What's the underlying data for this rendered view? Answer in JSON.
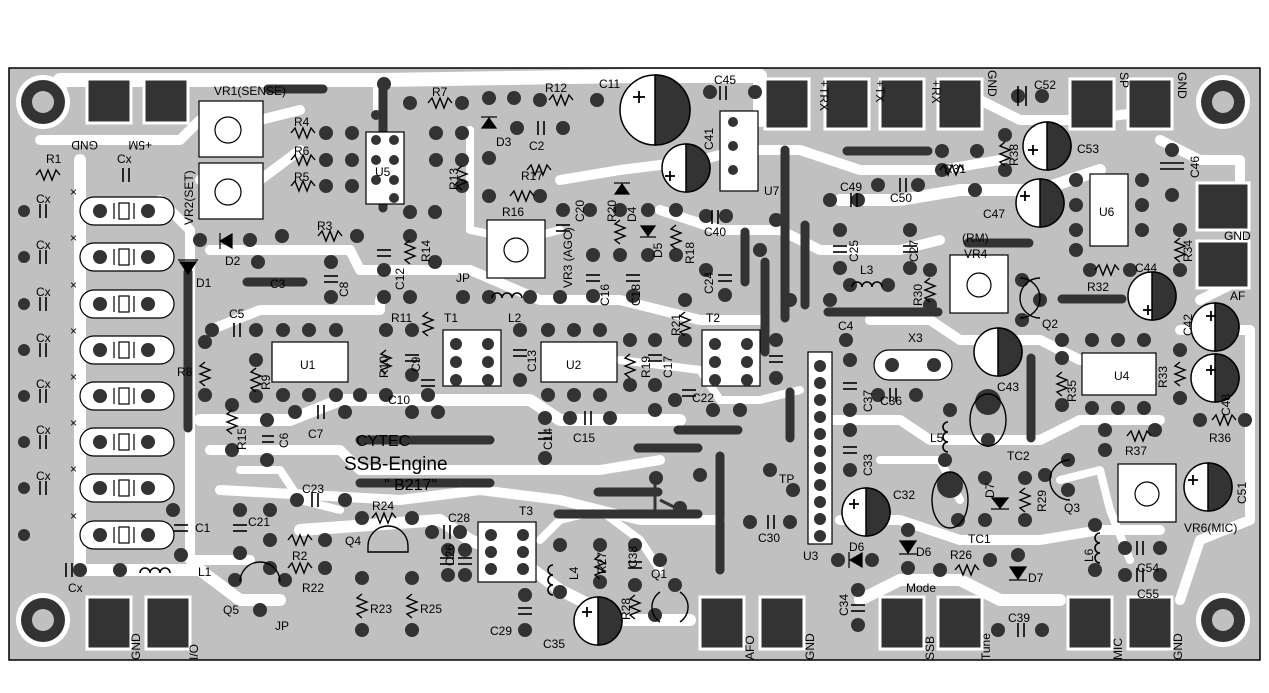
{
  "board": {
    "title_line1": "CYTEC",
    "title_line2": "SSB-Engine",
    "title_line3": "\" B217\"",
    "colors": {
      "board": "#c0c0c0",
      "trace": "#ffffff",
      "copper": "#333333",
      "outline": "#000000"
    }
  },
  "labels": {
    "vr1": "VR1(SENSE)",
    "vr2": "VR2(SET)",
    "vr3": "VR3 (AGC)",
    "vr4": "VR4",
    "vr4_rm": "(RM)",
    "vr6": "VR6(MIC)",
    "u1": "U1",
    "u2": "U2",
    "u3": "U3",
    "u4": "U4",
    "u5": "U5",
    "u6": "U6",
    "u7": "U7",
    "t1": "T1",
    "t2": "T2",
    "t3": "T3",
    "l1": "L1",
    "l2": "L2",
    "l3": "L3",
    "l4": "L4",
    "l5": "L5",
    "l6": "L6",
    "q1": "Q1",
    "q2": "Q2",
    "q3": "Q3",
    "q4": "Q4",
    "q5": "Q5",
    "x3": "X3",
    "tc1": "TC1",
    "tc2": "TC2",
    "tp": "TP",
    "jp1": "JP",
    "jp2": "JP",
    "d1": "D1",
    "d2": "D2",
    "d3": "D3",
    "d4": "D4",
    "d5": "D5",
    "d6a": "D6",
    "d6b": "D6",
    "d7a": "D7",
    "d7b": "D7",
    "r1": "R1",
    "r2": "R2",
    "r3": "R3",
    "r4": "R4",
    "r5": "R5",
    "r6": "R6",
    "r7": "R7",
    "r8": "R8",
    "r9": "R9",
    "r10": "R10",
    "r11": "R11",
    "r12": "R12",
    "r13": "R13",
    "r14": "R14",
    "r15": "R15",
    "r16": "R16",
    "r17": "R17",
    "r18": "R18",
    "r19": "R19",
    "r20": "R20",
    "r21": "R21",
    "r22": "R22",
    "r23": "R23",
    "r24": "R24",
    "r25": "R25",
    "r26": "R26",
    "r27": "R27",
    "r28": "R28",
    "r29": "R29",
    "r30": "R30",
    "r31": "R31",
    "r32": "R32",
    "r33": "R33",
    "r34": "R34",
    "r35": "R35",
    "r36": "R36",
    "r37": "R37",
    "r38": "R38",
    "c1": "C1",
    "c2": "C2",
    "c3": "C3",
    "c5": "C5",
    "c6": "C6",
    "c7": "C7",
    "c8": "C8",
    "c9": "C9",
    "c10": "C10",
    "c11": "C11",
    "c12": "C12",
    "c13": "C13",
    "c14": "C14",
    "c15": "C15",
    "c16": "C16",
    "c17": "C17",
    "c18": "C18",
    "c20": "C20",
    "c21": "C21",
    "c22": "C22",
    "c23": "C23",
    "c24": "C24",
    "c25": "C25",
    "c26": "C26",
    "c27": "C27",
    "c28": "C28",
    "c29": "C29",
    "c30": "C30",
    "c32": "C32",
    "c33": "C33",
    "c34": "C34",
    "c35": "C35",
    "c36": "C36",
    "c37": "C37",
    "c38": "C38",
    "c39": "C39",
    "c40": "C40",
    "c41": "C41",
    "c42": "C42",
    "c43": "C43",
    "c44": "C44",
    "c45": "C45",
    "c46": "C46",
    "c47": "C47",
    "c48": "C48",
    "c49": "C49",
    "c50": "C50",
    "c51": "C51",
    "c52": "C52",
    "c53": "C53",
    "c54": "C54",
    "c55": "C55",
    "c4": "C4",
    "cx": "Cx",
    "x_mark": "×"
  },
  "pads_labels": {
    "gnd_tl": "GND",
    "sm_tl": "+5M",
    "trx": "+TRX",
    "tx": "+TX",
    "rx": "+RX",
    "gnd_top": "GND",
    "sp": "SP",
    "gnd_sp": "GND",
    "gnd_right": "GND",
    "af": "AF",
    "gnd_bl": "GND",
    "io": "I/O",
    "afo": "AFO",
    "gnd_afo": "GND",
    "mode": "Mode",
    "ssb": "SSB",
    "tune": "Tune",
    "mic": "MIC",
    "gnd_mic": "GND"
  }
}
